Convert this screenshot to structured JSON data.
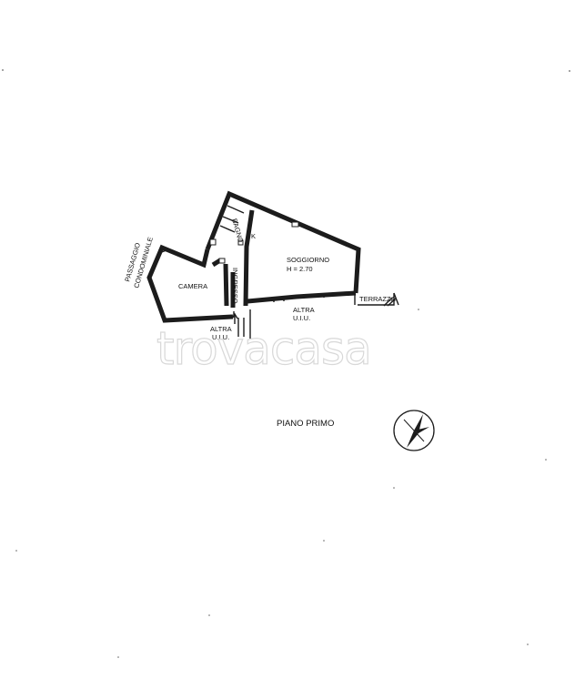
{
  "rooms": {
    "soggiorno": "SOGGIORNO",
    "soggiorno_height": "H = 2.70",
    "kitchen_mark": "K",
    "bagno": "BAGNO",
    "ingresso": "INGRESSO",
    "camera": "CAMERA",
    "terrazza": "TERRAZZA"
  },
  "adjacent": {
    "altra_1": "ALTRA",
    "uiu_1": "U.I.U.",
    "altra_2": "ALTRA",
    "uiu_2": "U.I.U.",
    "passaggio_1": "PASSAGGIO",
    "passaggio_2": "CONDOMINIALE"
  },
  "floor_label": "PIANO PRIMO",
  "watermark": "trovacasa",
  "compass": {
    "icon": "north-arrow-icon"
  }
}
